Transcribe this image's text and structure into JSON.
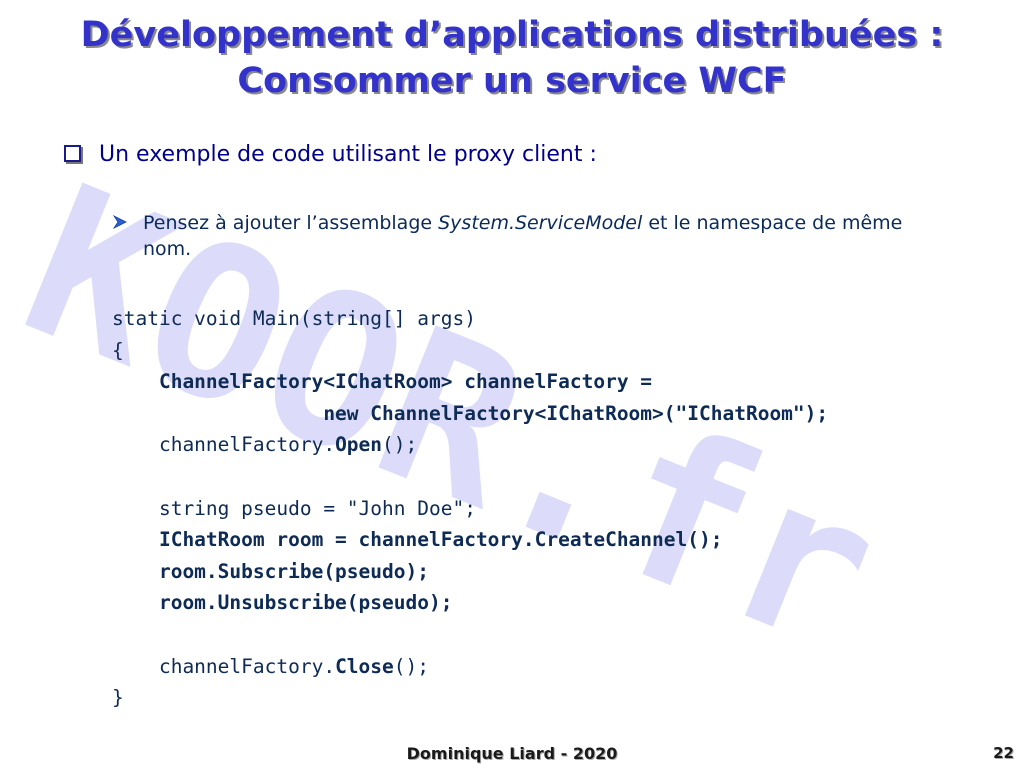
{
  "watermark": {
    "text": "KOOR.fr",
    "color": "#dcdcfa"
  },
  "title": {
    "line1": "Développement d’applications distribuées :",
    "line2": "Consommer un service WCF",
    "color": "#3333cc"
  },
  "bullet1": {
    "icon": "square-bullet-icon",
    "text": "Un exemple de code utilisant le proxy client :"
  },
  "bullet2": {
    "icon": "arrow-bullet-icon",
    "text_before": "Pensez à ajouter l’assemblage ",
    "text_italic": "System.ServiceModel",
    "text_after": " et le namespace de même nom."
  },
  "code": {
    "line1": "static void Main(string[] args)",
    "line2": "{",
    "line3": "    ChannelFactory<IChatRoom> channelFactory =",
    "line4": "                  new ChannelFactory<IChatRoom>(\"IChatRoom\");",
    "line5_prefix": "    channelFactory.",
    "line5_bold": "Open",
    "line5_suffix": "();",
    "line6": "",
    "line7": "    string pseudo = \"John Doe\";",
    "line8": "    IChatRoom room = channelFactory.CreateChannel();",
    "line9": "    room.Subscribe(pseudo);",
    "line10": "    room.Unsubscribe(pseudo);",
    "line11": "",
    "line12_prefix": "    channelFactory.",
    "line12_bold": "Close",
    "line12_suffix": "();",
    "line13": "}"
  },
  "footer": {
    "author": "Dominique Liard - 2020",
    "page": "22"
  }
}
